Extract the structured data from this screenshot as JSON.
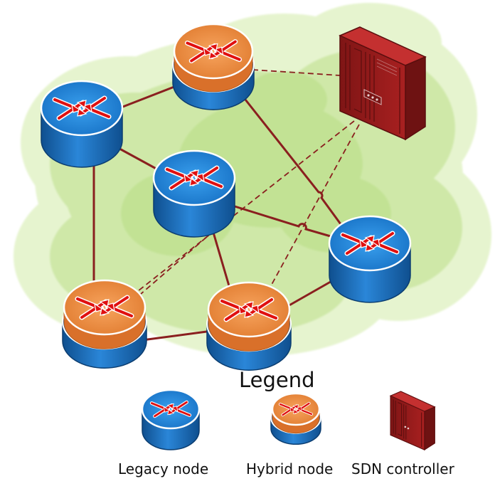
{
  "diagram": {
    "legend": {
      "title": "Legend",
      "items": [
        {
          "label": "Legacy node",
          "icon": "legacy-router-icon"
        },
        {
          "label": "Hybrid node",
          "icon": "hybrid-router-icon"
        },
        {
          "label": "SDN controller",
          "icon": "server-icon"
        }
      ]
    },
    "colors": {
      "legacy_top": "#1c7fd2",
      "legacy_body": "#1a67b0",
      "hybrid_top": "#e8843c",
      "hybrid_body": "#1a67b0",
      "arrow": "#e01010",
      "link": "#8a1f1f",
      "server": "#9b1c1c",
      "cloud": "#cde9a6"
    },
    "nodes": [
      {
        "id": "n1",
        "type": "hybrid",
        "role": "top-center"
      },
      {
        "id": "n2",
        "type": "legacy",
        "role": "top-left"
      },
      {
        "id": "n3",
        "type": "legacy",
        "role": "center"
      },
      {
        "id": "n4",
        "type": "legacy",
        "role": "right"
      },
      {
        "id": "n5",
        "type": "hybrid",
        "role": "bottom-left"
      },
      {
        "id": "n6",
        "type": "hybrid",
        "role": "bottom-center"
      },
      {
        "id": "ctrl",
        "type": "controller",
        "role": "top-right"
      }
    ],
    "links": [
      {
        "from": "n1",
        "to": "n2",
        "style": "solid"
      },
      {
        "from": "n1",
        "to": "n4",
        "style": "solid"
      },
      {
        "from": "n2",
        "to": "n3",
        "style": "solid"
      },
      {
        "from": "n2",
        "to": "n5",
        "style": "solid"
      },
      {
        "from": "n3",
        "to": "n4",
        "style": "solid"
      },
      {
        "from": "n3",
        "to": "n6",
        "style": "solid"
      },
      {
        "from": "n5",
        "to": "n6",
        "style": "solid"
      },
      {
        "from": "n6",
        "to": "n4",
        "style": "solid"
      },
      {
        "from": "ctrl",
        "to": "n1",
        "style": "dashed"
      },
      {
        "from": "ctrl",
        "to": "n5",
        "style": "dashed"
      },
      {
        "from": "ctrl",
        "to": "n6",
        "style": "dashed"
      },
      {
        "from": "n3",
        "to": "n5",
        "style": "dashed"
      }
    ]
  }
}
